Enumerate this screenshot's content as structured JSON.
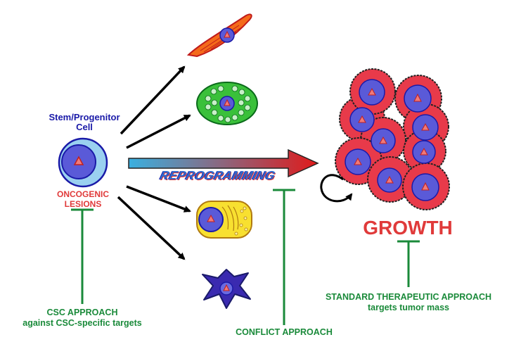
{
  "labels": {
    "stem_cell": [
      "Stem/Progenitor",
      "Cell"
    ],
    "oncogenic_lesions": [
      "ONCOGENIC",
      "LESIONS"
    ],
    "reprogramming": "REPROGRAMMING",
    "growth": "GROWTH",
    "csc_approach": [
      "CSC APPROACH",
      "against CSC-specific targets"
    ],
    "conflict_approach": "CONFLICT APPROACH",
    "standard_approach": [
      "STANDARD THERAPEUTIC APPROACH",
      "targets tumor mass"
    ]
  },
  "colors": {
    "stem_blue": "#1a1aa8",
    "lesion_red": "#e03a3a",
    "therapy_green": "#1a8a3a",
    "nucleus_blue": "#5a5ad8",
    "tumor_red": "#e83a4a",
    "arrow_gradient_start": "#3ab0e0",
    "arrow_gradient_end": "#e01a1a"
  }
}
